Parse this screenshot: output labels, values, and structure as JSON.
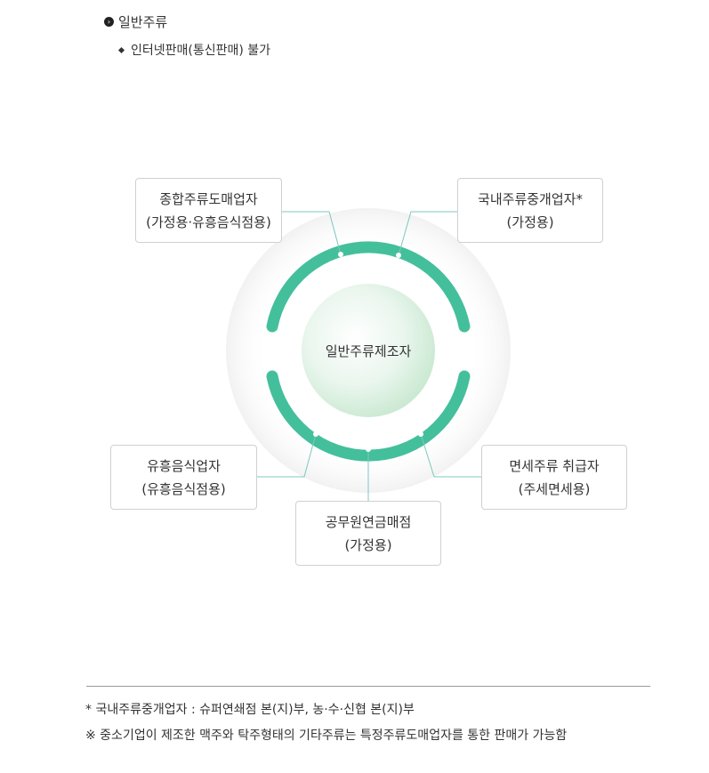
{
  "heading": {
    "icon": "chevron-circle-icon",
    "text": "일반주류"
  },
  "subitem": {
    "icon": "diamond-icon",
    "text": "인터넷판매(통신판매) 불가"
  },
  "diagram": {
    "center": "일반주류제조자",
    "accent_color": "#44bf9b",
    "boxes": {
      "wholesaler": {
        "line1": "종합주류도매업자",
        "line2": "(가정용·유흥음식점용)"
      },
      "broker": {
        "line1": "국내주류중개업자*",
        "line2": "(가정용)"
      },
      "restaurant": {
        "line1": "유흥음식업자",
        "line2": "(유흥음식점용)"
      },
      "pension": {
        "line1": "공무원연금매점",
        "line2": "(가정용)"
      },
      "dutyfree": {
        "line1": "면세주류 취급자",
        "line2": "(주세면세용)"
      }
    }
  },
  "notes": {
    "broker": "* 국내주류중개업자 : 슈퍼연쇄점 본(지)부, 농·수·신협 본(지)부",
    "sme": "※ 중소기업이 제조한 맥주와 탁주형태의 기타주류는 특정주류도매업자를 통한 판매가 가능함"
  }
}
